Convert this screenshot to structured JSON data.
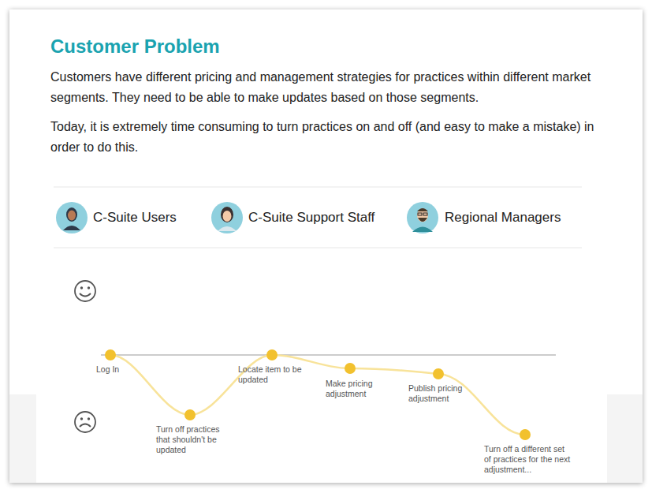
{
  "diagram": {
    "title": "Customer Problem",
    "labels": [
      "Customers have different pricing and management strategies for practices within different market segments. They need to be able to make updates based on those segments.",
      "Today, it is extremely time consuming to turn practices on and off (and easy to make a mistake) in order to do this.",
      "C-Suite Users",
      "C-Suite Support Staff",
      "Regional Managers",
      "Log In",
      "Turn off practices that shouldn't be updated",
      "Locate item to be updated",
      "Make pricing adjustment",
      "Publish pricing adjustment",
      "Turn off a different set of practices for the next adjustment..."
    ]
  }
}
